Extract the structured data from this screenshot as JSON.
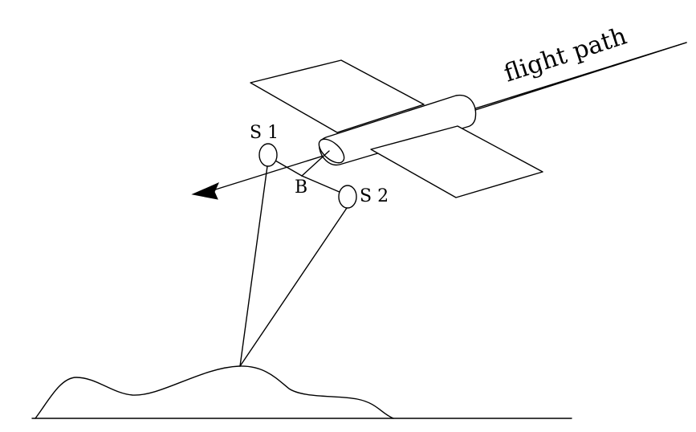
{
  "labels": {
    "flight_path": "flight path",
    "s1": "S 1",
    "s2": "S 2",
    "b": "B"
  },
  "colors": {
    "line": "#000000",
    "background": "#ffffff"
  }
}
